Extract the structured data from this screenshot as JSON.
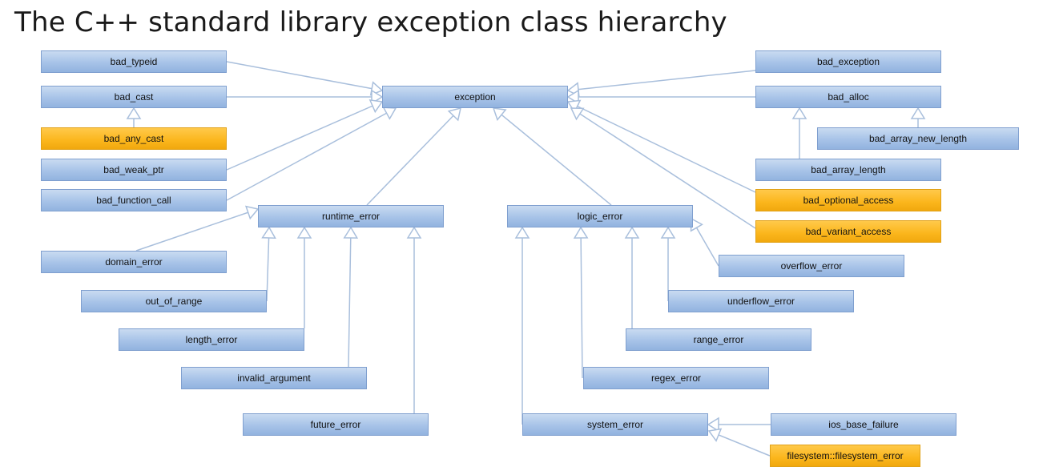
{
  "title": "The C++ standard library exception class hierarchy",
  "colors": {
    "standard": "#a7c3e8",
    "highlight": "#fbb61c",
    "edge": "#a9bfdc"
  },
  "nodes": {
    "exception": "exception",
    "bad_typeid": "bad_typeid",
    "bad_cast": "bad_cast",
    "bad_any_cast": "bad_any_cast",
    "bad_weak_ptr": "bad_weak_ptr",
    "bad_function_call": "bad_function_call",
    "bad_exception": "bad_exception",
    "bad_alloc": "bad_alloc",
    "bad_array_new_length": "bad_array_new_length",
    "bad_array_length": "bad_array_length",
    "bad_optional_access": "bad_optional_access",
    "bad_variant_access": "bad_variant_access",
    "runtime_error": "runtime_error",
    "logic_error": "logic_error",
    "domain_error": "domain_error",
    "out_of_range": "out_of_range",
    "length_error": "length_error",
    "invalid_argument": "invalid_argument",
    "future_error": "future_error",
    "overflow_error": "overflow_error",
    "underflow_error": "underflow_error",
    "range_error": "range_error",
    "regex_error": "regex_error",
    "system_error": "system_error",
    "ios_base_failure": "ios_base_failure",
    "filesystem_error": "filesystem::filesystem_error"
  },
  "inheritance": [
    [
      "bad_typeid",
      "exception"
    ],
    [
      "bad_cast",
      "exception"
    ],
    [
      "bad_any_cast",
      "bad_cast"
    ],
    [
      "bad_weak_ptr",
      "exception"
    ],
    [
      "bad_function_call",
      "exception"
    ],
    [
      "bad_exception",
      "exception"
    ],
    [
      "bad_alloc",
      "exception"
    ],
    [
      "bad_array_new_length",
      "bad_alloc"
    ],
    [
      "bad_array_length",
      "bad_alloc"
    ],
    [
      "bad_optional_access",
      "exception"
    ],
    [
      "bad_variant_access",
      "exception"
    ],
    [
      "runtime_error",
      "exception"
    ],
    [
      "logic_error",
      "exception"
    ],
    [
      "domain_error",
      "runtime_error"
    ],
    [
      "out_of_range",
      "runtime_error"
    ],
    [
      "length_error",
      "runtime_error"
    ],
    [
      "invalid_argument",
      "runtime_error"
    ],
    [
      "future_error",
      "runtime_error"
    ],
    [
      "overflow_error",
      "logic_error"
    ],
    [
      "underflow_error",
      "logic_error"
    ],
    [
      "range_error",
      "logic_error"
    ],
    [
      "regex_error",
      "logic_error"
    ],
    [
      "system_error",
      "logic_error"
    ],
    [
      "ios_base_failure",
      "system_error"
    ],
    [
      "filesystem_error",
      "system_error"
    ]
  ]
}
